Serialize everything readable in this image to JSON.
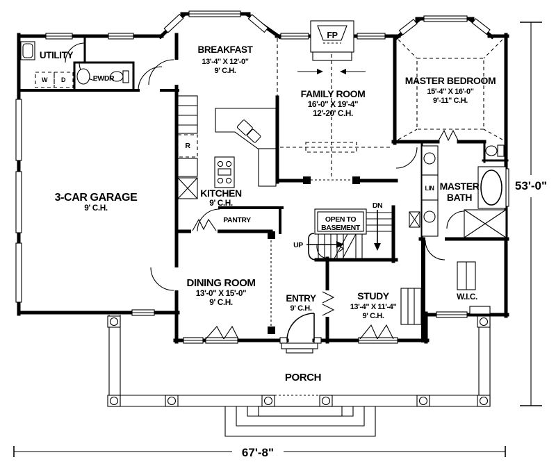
{
  "plan": {
    "rooms": {
      "utility": {
        "name": "UTILITY"
      },
      "pwdr": {
        "name": "PWDR"
      },
      "breakfast": {
        "name": "BREAKFAST",
        "dims": "13'-4\" X 12'-0\"",
        "ceiling": "9' C.H."
      },
      "family_room": {
        "name": "FAMILY ROOM",
        "dims": "16'-0\" X 19'-4\"",
        "ceiling": "12'-20' C.H."
      },
      "master_bedroom": {
        "name": "MASTER BEDROOM",
        "dims": "15'-4\" X 16'-0\"",
        "ceiling": "9'-11\" C.H."
      },
      "garage": {
        "name": "3-CAR GARAGE",
        "ceiling": "9' C.H."
      },
      "kitchen": {
        "name": "KITCHEN",
        "ceiling": "9' C.H."
      },
      "pantry": {
        "name": "PANTRY"
      },
      "dining_room": {
        "name": "DINING ROOM",
        "dims": "13'-0\" X 15'-0\"",
        "ceiling": "9' C.H."
      },
      "entry": {
        "name": "ENTRY",
        "ceiling": "9' C.H."
      },
      "study": {
        "name": "STUDY",
        "dims": "13'-4\" X 11'-4\"",
        "ceiling": "9' C.H."
      },
      "wic": {
        "name": "W.I.C."
      },
      "master_bath": {
        "line1": "MASTER",
        "line2": "BATH"
      },
      "linen": {
        "name": "LIN"
      },
      "porch": {
        "name": "PORCH"
      }
    },
    "labels": {
      "fireplace": "FP",
      "up": "UP",
      "down": "DN",
      "open_to_basement_line1": "OPEN TO",
      "open_to_basement_line2": "BASEMENT",
      "washer": "W",
      "dryer": "D",
      "refrigerator": "R"
    },
    "dimensions": {
      "overall_width": "67'-8\"",
      "overall_depth": "53'-0\""
    }
  }
}
